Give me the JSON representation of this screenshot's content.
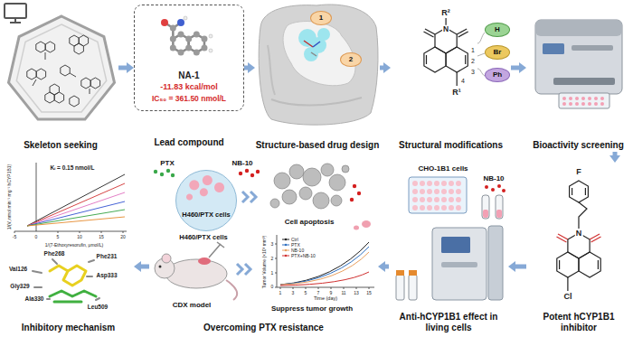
{
  "diagram": {
    "nodes": [
      {
        "text": [
          "Skeleton seeking"
        ]
      },
      {
        "text": [
          "NA-1",
          "-11.83 kcal/mol",
          "IC₅₀ = 361.50 nmol/L",
          "Lead compound"
        ]
      },
      {
        "text": [
          "Structure-based drug design"
        ]
      },
      {
        "text": [
          "1"
        ],
        "in": 2
      },
      {
        "text": [
          "2"
        ],
        "in": 2
      },
      {
        "text": [
          "Structural modifications"
        ]
      },
      {
        "text": [
          "H"
        ],
        "in": 5
      },
      {
        "text": [
          "Br"
        ],
        "in": 5
      },
      {
        "text": [
          "Ph"
        ],
        "in": 5
      },
      {
        "text": [
          "Bioactivity screening"
        ]
      },
      {
        "text": [
          "Potent hCYP1B1 inhibitor"
        ]
      },
      {
        "text": [
          "Anti-hCYP1B1 effect in living cells"
        ]
      },
      {
        "text": [
          "Overcoming PTX resistance"
        ]
      },
      {
        "text": [
          "H460/PTX cells"
        ],
        "in": 12
      },
      {
        "text": [
          "Inhibitory mechanism"
        ]
      }
    ],
    "edges": [
      {
        "from": 0,
        "to": 1,
        "arrow": "to"
      },
      {
        "from": 1,
        "to": 2,
        "arrow": "to"
      },
      {
        "from": 2,
        "to": 5,
        "arrow": "to"
      },
      {
        "from": 5,
        "to": 9,
        "arrow": "to"
      },
      {
        "from": 9,
        "to": 10,
        "arrow": "to"
      },
      {
        "from": 10,
        "to": 11,
        "arrow": "to"
      },
      {
        "from": 11,
        "to": 12,
        "arrow": "to"
      },
      {
        "from": 12,
        "to": 14,
        "arrow": "to"
      }
    ],
    "labels": [
      "R²",
      "N",
      "1",
      "2",
      "3",
      "4",
      "R¹",
      "F",
      "N",
      "Cl",
      "CHO-1B1 cells",
      "NB-10",
      "PTX",
      "NB-10",
      "Cell apoptosis",
      "H460/PTX cells",
      "CDX model",
      "Tumor Volume (×10³ mm³)",
      "0",
      "1",
      "2",
      "3",
      "1",
      "3",
      "5",
      "7",
      "9",
      "11",
      "13",
      "15",
      "Time (day)",
      "Suppress tumor growth",
      "Kᵢ = 0.15 nmol/L",
      "1/(V, nmol min⁻¹ mg⁻¹ hCYP1B1)",
      "1/(7-Ethoxyresorufin, μmol/L)",
      "-5",
      "0",
      "5",
      "10",
      "15",
      "20",
      "Phe268",
      "Phe231",
      "Val126",
      "Asp333",
      "Gly329",
      "Ala330",
      "Leu509"
    ],
    "legend": [
      {
        "text": "Ctrl"
      },
      {
        "text": "PTX"
      },
      {
        "text": "NB-10"
      },
      {
        "text": "PTX+NB-10"
      }
    ]
  }
}
